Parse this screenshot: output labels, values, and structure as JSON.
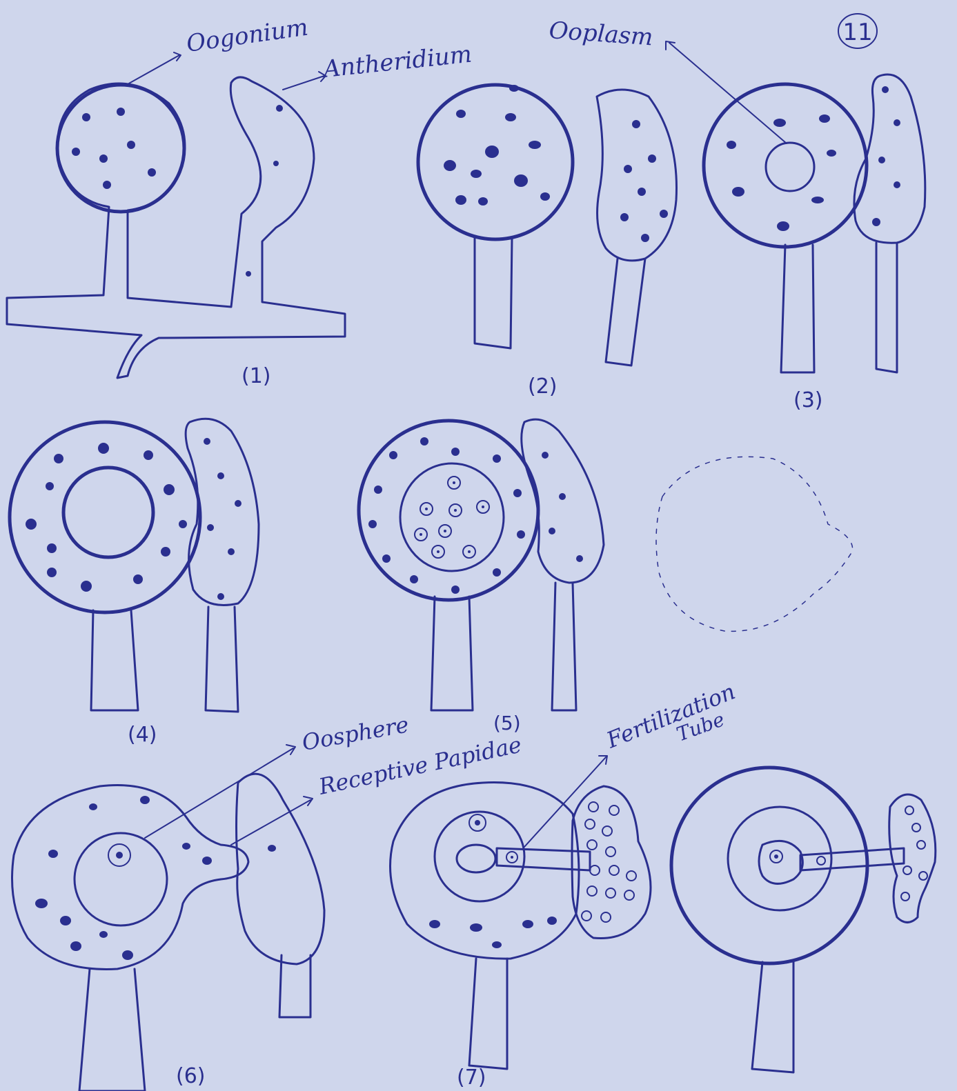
{
  "page_number": "11",
  "labels": {
    "oogonium": "Oogonium",
    "antheridium": "Antheridium",
    "ooplasm": "Ooplasm",
    "oosphere": "Oosphere",
    "receptive_papilla": "Receptive Papidae",
    "fertilization": "Fertilization",
    "tube": "Tube"
  },
  "stages": [
    "(1)",
    "(2)",
    "(3)",
    "(4)",
    "(5)",
    "(6)",
    "(7)"
  ]
}
